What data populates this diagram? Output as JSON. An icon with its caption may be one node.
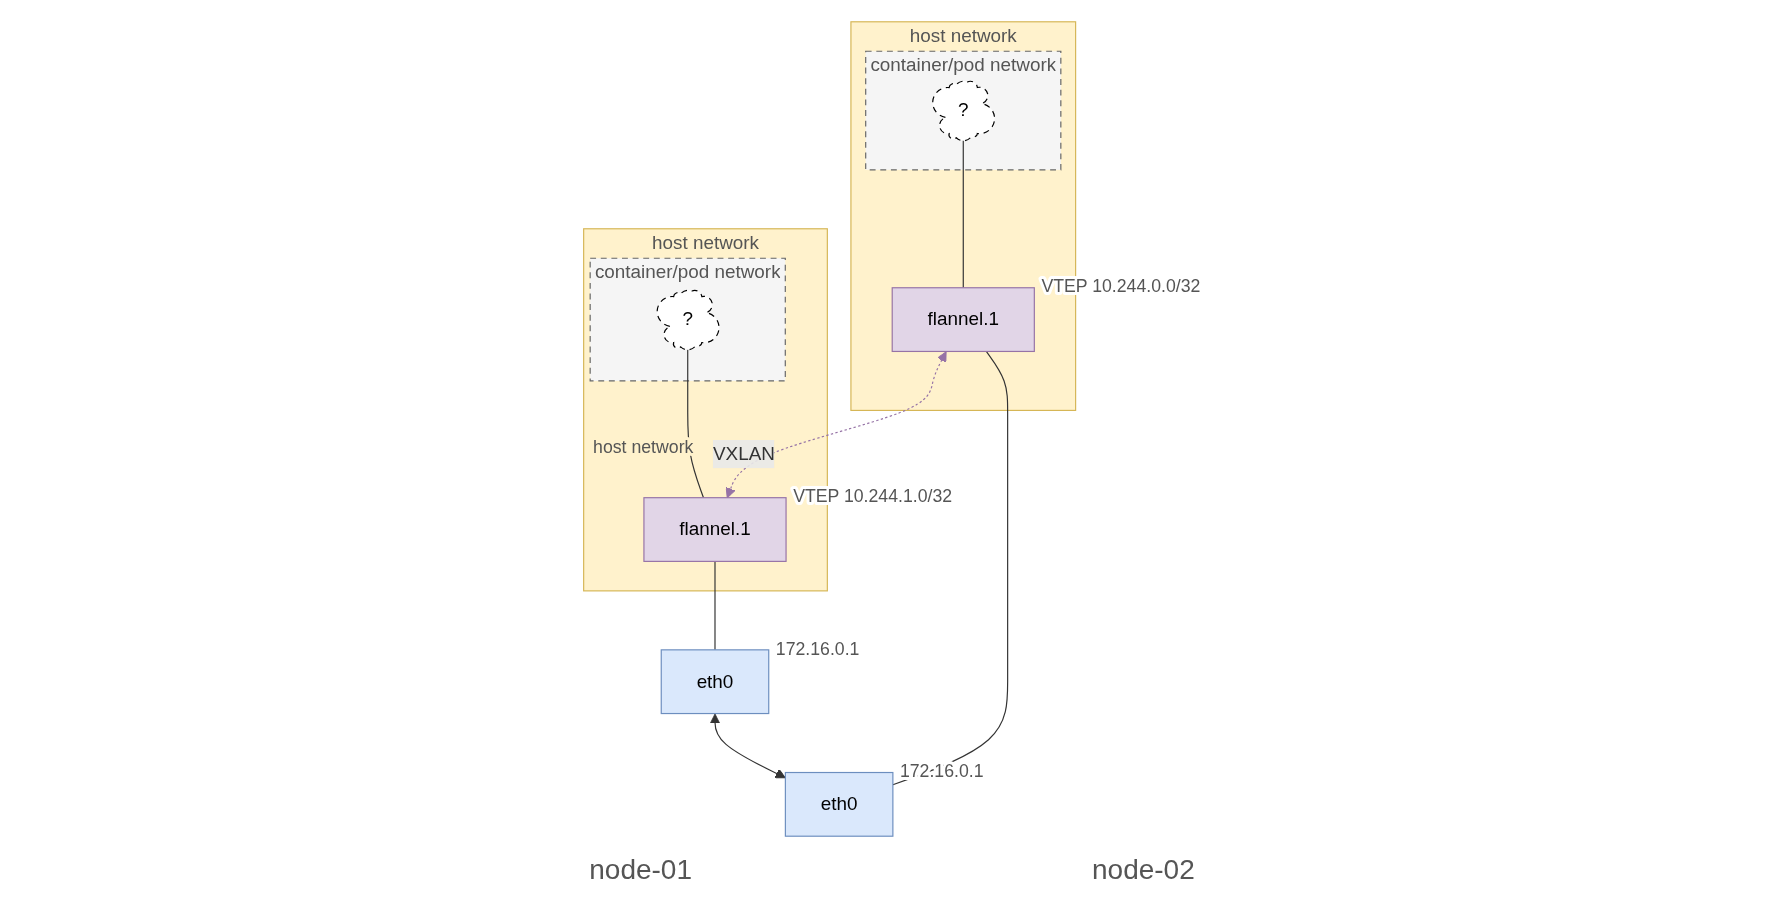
{
  "diagram": {
    "nodes": [
      {
        "text": [
          "host network"
        ]
      },
      {
        "text": [
          "container/pod network"
        ],
        "in": 0
      },
      {
        "text": [
          "?"
        ],
        "in": 1
      },
      {
        "text": [
          "flannel.1"
        ],
        "in": 0,
        "beside": [
          "VTEP 10.244.0.0/32"
        ]
      },
      {
        "text": [
          "eth0"
        ],
        "beside": [
          "172.16.0.1"
        ]
      },
      {
        "text": [
          "host network",
          "host network"
        ]
      },
      {
        "text": [
          "container/pod network"
        ],
        "in": 5
      },
      {
        "text": [
          "?"
        ],
        "in": 6
      },
      {
        "text": [
          "flannel.1"
        ],
        "in": 5,
        "beside": [
          "VTEP 10.244.1.0/32"
        ]
      },
      {
        "text": [
          "eth0"
        ],
        "beside": [
          "172.16.0.1"
        ]
      }
    ],
    "edges": [
      {
        "from": 2,
        "to": 3,
        "arrow": "none"
      },
      {
        "from": 3,
        "to": 4,
        "arrow": "none"
      },
      {
        "from": 7,
        "to": 8,
        "arrow": "none"
      },
      {
        "from": 8,
        "to": 9,
        "arrow": "none"
      },
      {
        "from": 3,
        "to": 8,
        "arrow": "both",
        "label": "VXLAN",
        "style": "dashed",
        "color": "#9673a6"
      },
      {
        "from": 9,
        "to": 4,
        "arrow": "both"
      }
    ],
    "labels": [
      "node-01",
      "node-02"
    ]
  }
}
